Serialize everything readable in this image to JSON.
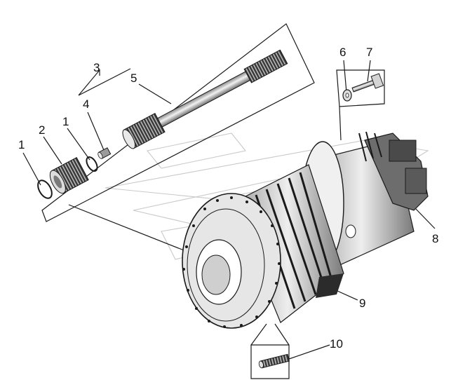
{
  "callouts": [
    {
      "id": "1a",
      "text": "1"
    },
    {
      "id": "2",
      "text": "2"
    },
    {
      "id": "1b",
      "text": "1"
    },
    {
      "id": "4",
      "text": "4"
    },
    {
      "id": "3",
      "text": "3"
    },
    {
      "id": "5",
      "text": "5"
    },
    {
      "id": "6",
      "text": "6"
    },
    {
      "id": "7",
      "text": "7"
    },
    {
      "id": "8",
      "text": "8"
    },
    {
      "id": "9",
      "text": "9"
    },
    {
      "id": "10",
      "text": "10"
    }
  ],
  "colors": {
    "line": "#1a1a1a",
    "dark_part": "#2b2b2b",
    "mid_part": "#6d6d6d",
    "light_part": "#d9d9d9",
    "watermark": "#c9c9c9"
  }
}
